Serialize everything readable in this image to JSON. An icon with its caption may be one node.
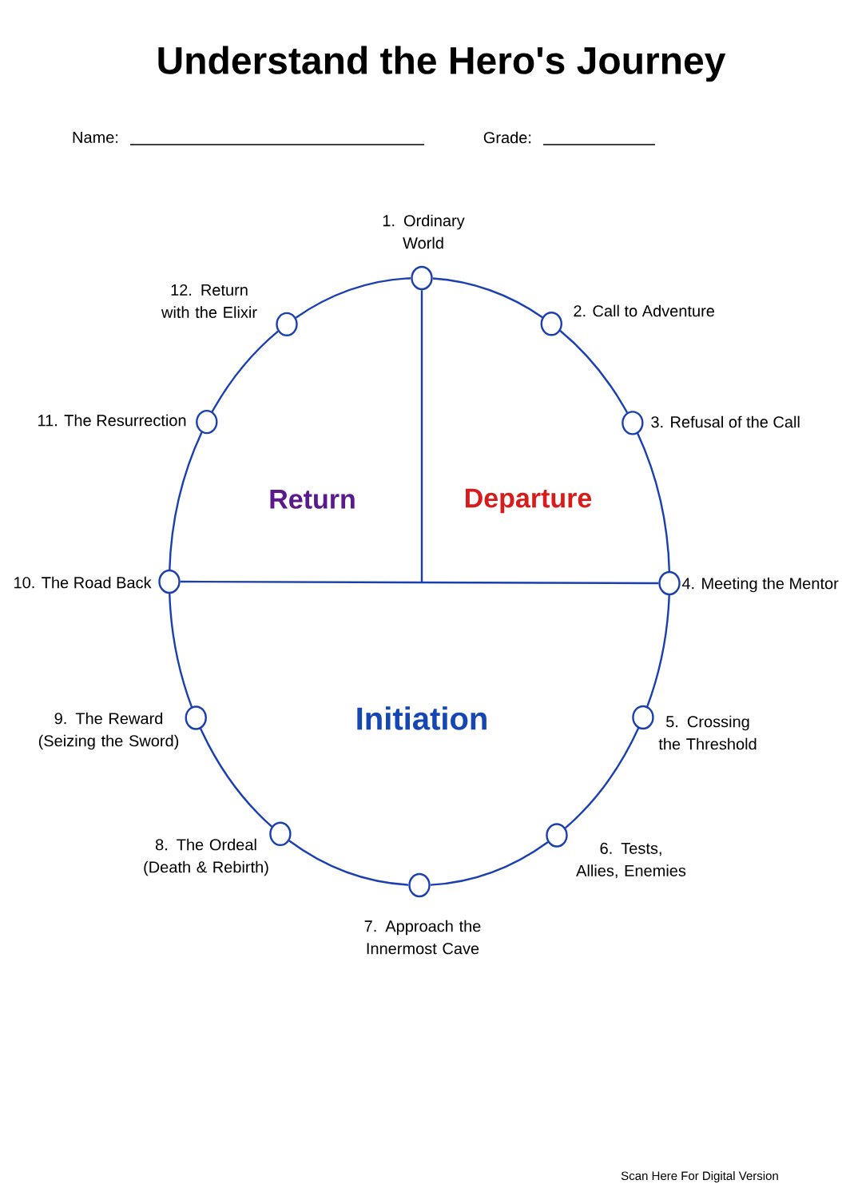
{
  "diagram": {
    "title": "Understand the Hero's Journey",
    "nodes": [
      {
        "text": [],
        "shape": "circle",
        "beside": [
          "1. Ordinary World"
        ]
      },
      {
        "text": [],
        "shape": "circle",
        "beside": [
          "2. Call to Adventure"
        ]
      },
      {
        "text": [],
        "shape": "circle",
        "beside": [
          "3. Refusal of the Call"
        ]
      },
      {
        "text": [],
        "shape": "circle",
        "beside": [
          "4. Meeting the Mentor"
        ]
      },
      {
        "text": [],
        "shape": "circle",
        "beside": [
          "5. Crossing the Threshold"
        ]
      },
      {
        "text": [],
        "shape": "circle",
        "beside": [
          "6. Tests, Allies, Enemies"
        ]
      },
      {
        "text": [],
        "shape": "circle",
        "beside": [
          "7. Approach the Innermost Cave"
        ]
      },
      {
        "text": [],
        "shape": "circle",
        "beside": [
          "8. The Ordeal (Death & Rebirth)"
        ]
      },
      {
        "text": [],
        "shape": "circle",
        "beside": [
          "9. The Reward (Seizing the Sword)"
        ]
      },
      {
        "text": [],
        "shape": "circle",
        "beside": [
          "10. The Road Back"
        ]
      },
      {
        "text": [],
        "shape": "circle",
        "beside": [
          "11. The Resurrection"
        ]
      },
      {
        "text": [],
        "shape": "circle",
        "beside": [
          "12. Return with the Elixir"
        ]
      }
    ],
    "edges": [
      {
        "from": 0,
        "to": 1,
        "arrow": "none"
      },
      {
        "from": 1,
        "to": 2,
        "arrow": "none"
      },
      {
        "from": 2,
        "to": 3,
        "arrow": "none"
      },
      {
        "from": 3,
        "to": 4,
        "arrow": "none"
      },
      {
        "from": 4,
        "to": 5,
        "arrow": "none"
      },
      {
        "from": 5,
        "to": 6,
        "arrow": "none"
      },
      {
        "from": 6,
        "to": 7,
        "arrow": "none"
      },
      {
        "from": 7,
        "to": 8,
        "arrow": "none"
      },
      {
        "from": 8,
        "to": 9,
        "arrow": "none"
      },
      {
        "from": 9,
        "to": 10,
        "arrow": "none"
      },
      {
        "from": 10,
        "to": 11,
        "arrow": "none"
      },
      {
        "from": 11,
        "to": 0,
        "arrow": "none"
      },
      {
        "from": 9,
        "to": 3,
        "arrow": "none"
      },
      {
        "from": 0,
        "to": null,
        "arrow": "none"
      }
    ],
    "labels": [
      "Name:",
      "Grade:",
      "Return",
      "Departure",
      "Initiation",
      "Scan Here For Digital Version"
    ]
  }
}
